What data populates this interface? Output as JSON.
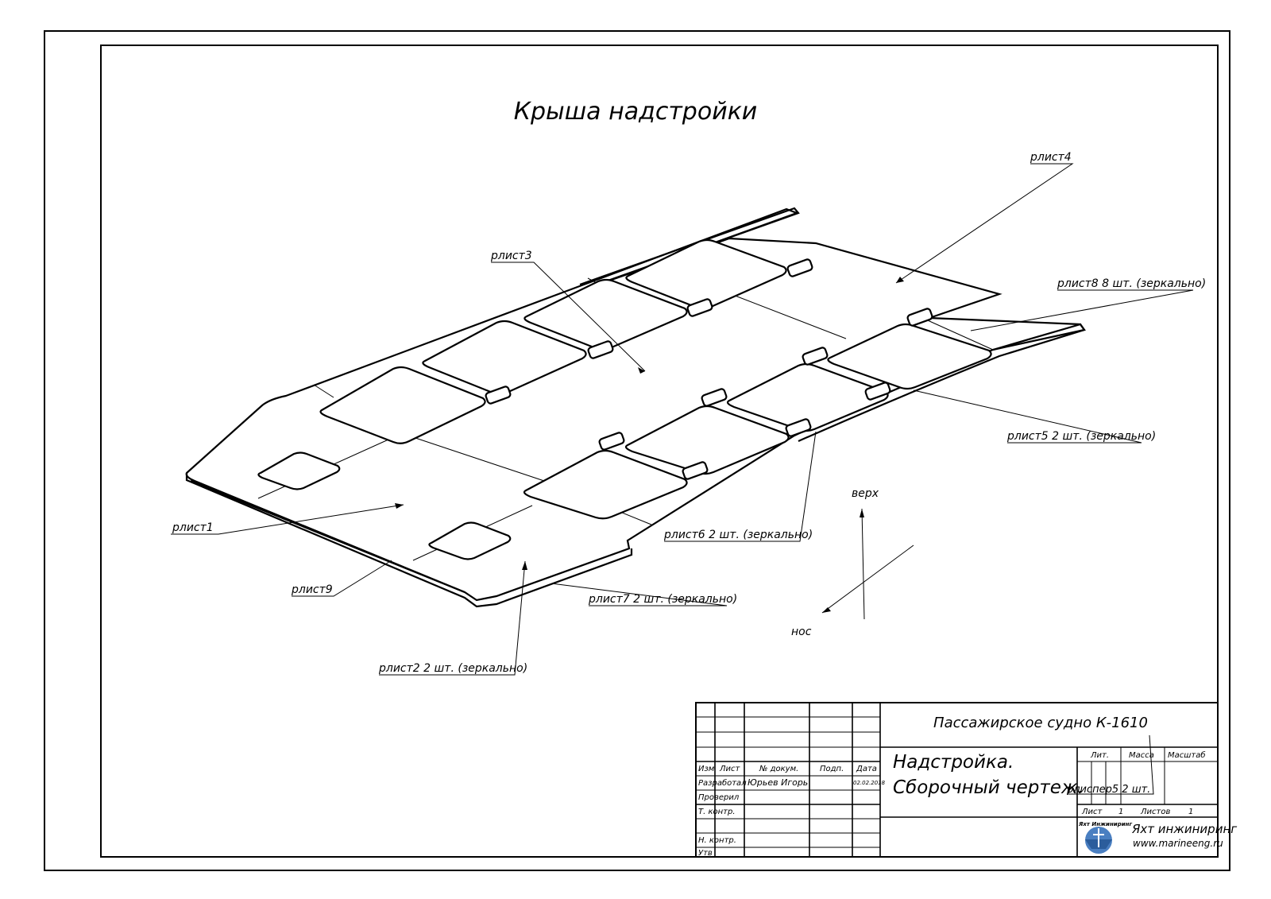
{
  "drawing": {
    "title": "Крыша надстройки",
    "view_labels": {
      "up": "верх",
      "bow": "нос"
    }
  },
  "callouts": [
    {
      "id": "p1",
      "label": "рлист1"
    },
    {
      "id": "p2",
      "label": "рлист2 2 шт. (зеркально)"
    },
    {
      "id": "p3",
      "label": "рлист3"
    },
    {
      "id": "p4",
      "label": "рлист4"
    },
    {
      "id": "p5",
      "label": "рлист5 2 шт. (зеркально)"
    },
    {
      "id": "p6",
      "label": "рлист6 2 шт. (зеркально)"
    },
    {
      "id": "p7",
      "label": "рлист7 2 шт. (зеркально)"
    },
    {
      "id": "p8",
      "label": "рлист8 8 шт. (зеркально)"
    },
    {
      "id": "p9",
      "label": "рлист9"
    }
  ],
  "title_block": {
    "project": "Пассажирское судно К-1610",
    "name_line1": "Надстройка.",
    "name_line2": "Сборочный чертеж.",
    "col_headers": {
      "izm": "Изм",
      "list": "Лист",
      "doc": "№ докум.",
      "sign": "Подп.",
      "date": "Дата"
    },
    "rows": {
      "developed": "Разработал",
      "developer_name": "Юрьев Игорь",
      "date": "02.02.2018",
      "checked": "Проверил",
      "t_control": "Т. контр.",
      "n_control": "Н. контр.",
      "approved": "Утв"
    },
    "lit": "Лит.",
    "mass": "Масса",
    "scale": "Масштаб",
    "sheet_label": "Лист",
    "sheet_num": "1",
    "sheets_label": "Листов",
    "sheets_num": "1",
    "stray_text": "рлиспер5 2 шт.",
    "company": "Яхт инжиниринг",
    "website": "www.marineeng.ru",
    "logo_text": "Яхт Инжиниринг"
  }
}
